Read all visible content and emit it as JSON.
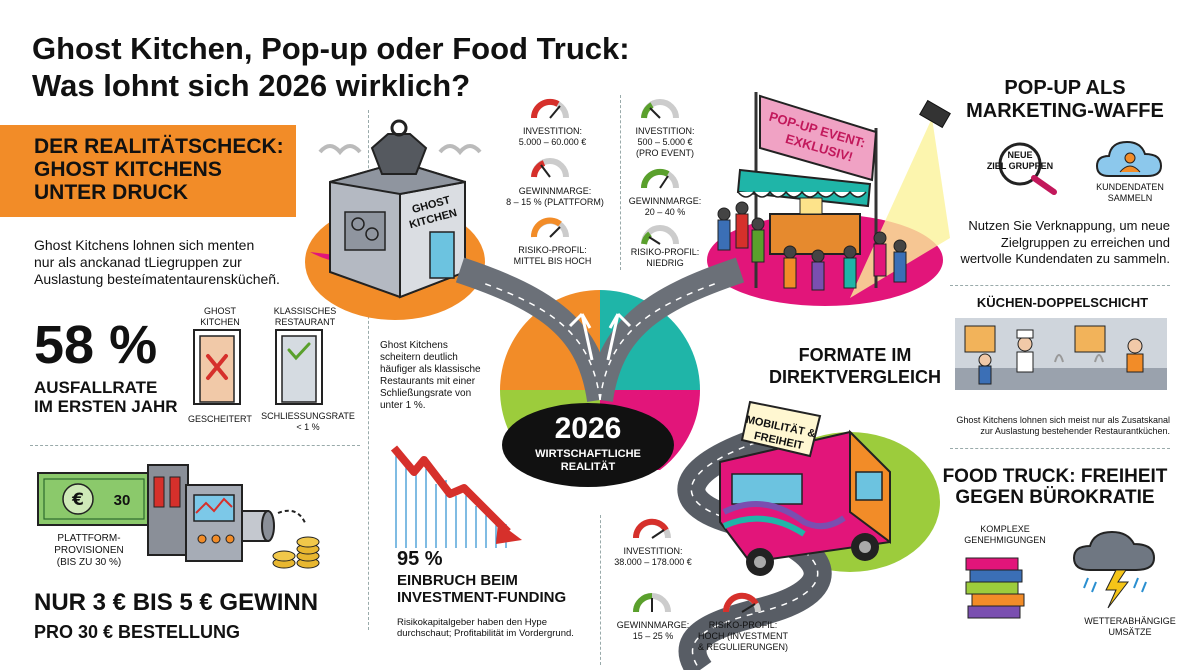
{
  "title": {
    "line1": "Ghost Kitchen, Pop-up oder Food Truck:",
    "line2": "Was lohnt sich 2026 wirklich?"
  },
  "reality_check": {
    "banner_line1": "DER REALITÄTSCHECK:",
    "banner_line2": "GHOST KITCHENS",
    "banner_line3": "UNTER DRUCK",
    "text_line1": "Ghost Kitchens lohnen sich menten",
    "text_line2": "nur als anckanad tLiegruppen zur",
    "text_line3": "Auslastung besteímatentaurenskücheñ."
  },
  "ghost_stats": {
    "big": "58 %",
    "label1": "AUSFALLRATE",
    "label2": "IM ERSTEN JAHR",
    "door1_head1": "GHOST",
    "door1_head2": "KITCHEN",
    "door2_head1": "KLASSISCHES",
    "door2_head2": "RESTAURANT",
    "door1_caption": "GESCHEITERT",
    "door2_caption1": "SCHLIESSUNGSRATE",
    "door2_caption2": "< 1 %"
  },
  "platform": {
    "bill_value": "30",
    "caption1": "PLATTFORM-",
    "caption2": "PROVISIONEN",
    "caption3": "(BIS ZU 30 %)",
    "profit1": "NUR 3 € BIS 5 € GEWINN",
    "profit2": "PRO 30 € BESTELLUNG"
  },
  "ghost_building": {
    "sign1": "GHOST",
    "sign2": "KITCHEN"
  },
  "ghost_metrics": {
    "invest_label": "INVESTITION:",
    "invest_value": "5.000 – 60.000 €",
    "margin_label": "GEWINNMARGE:",
    "margin_value": "8 – 15 % (PLATTFORM)",
    "risk_label": "RISIKO-PROFIL:",
    "risk_value": "MITTEL BIS HOCH"
  },
  "popup_metrics": {
    "invest_label": "INVESTITION:",
    "invest_value1": "500 – 5.000 €",
    "invest_value2": "(PRO EVENT)",
    "margin_label": "GEWINNMARGE:",
    "margin_value": "20 – 40 %",
    "risk_label": "RISIKO-PROFIL:",
    "risk_value": "NIEDRIG"
  },
  "popup": {
    "banner1": "POP-UP EVENT:",
    "banner2": "EXKLUSIV!",
    "heading1": "POP-UP ALS",
    "heading2": "MARKETING-WAFFE",
    "lens1": "NEUE",
    "lens2": "ZIEL GRUPPEN",
    "cloud1": "KUNDENDATEN",
    "cloud2": "SAMMELN",
    "text1": "Nutzen Sie Verknappung, um neue",
    "text2": "Zielgruppen zu erreichen und",
    "text3": "wertvolle Kundendaten zu sammeln."
  },
  "center": {
    "note1": "Ghost Kitchens",
    "note2": "scheitern deutlich",
    "note3": "häufiger als klassische",
    "note4": "Restaurants mit einer",
    "note5": "Schließungsrate von",
    "note6": "unter 1 %.",
    "year": "2026",
    "sub1": "WIRTSCHAFTLICHE",
    "sub2": "REALITÄT"
  },
  "investment": {
    "big": "95 %",
    "label1": "EINBRUCH BEIM",
    "label2": "INVESTMENT-FUNDING",
    "text1": "Risikokapitalgeber haben den Hype",
    "text2": "durchschaut; Profitabilität im Vordergrund."
  },
  "kitchen": {
    "heading": "KÜCHEN-DOPPELSCHICHT",
    "formate1": "FORMATE IM",
    "formate2": "DIREKTVERGLEICH",
    "text1": "Ghost Kitchens lohnen sich meist nur als Zusatskanal",
    "text2": "zur Auslastung bestehender Restaurantküchen."
  },
  "truck": {
    "sign1": "MOBILITÄT &",
    "sign2": "FREIHEIT",
    "heading1": "FOOD TRUCK: FREIHEIT",
    "heading2": "GEGEN BÜROKRATIE",
    "binder1": "KOMPLEXE",
    "binder2": "GENEHMIGUNGEN",
    "weather1": "WETTERABHÄNGIGE",
    "weather2": "UMSÄTZE",
    "invest_label": "INVESTITION:",
    "invest_value": "38.000 – 178.000 €",
    "margin_label": "GEWINNMARGE:",
    "margin_value": "15 – 25 %",
    "risk_label": "RISIKO-PROFIL:",
    "risk_value1": "HOCH (INVESTMENT",
    "risk_value2": "& REGULIERUNGEN)"
  },
  "colors": {
    "orange": "#f28c28",
    "magenta": "#e2157a",
    "teal": "#1fb5a8",
    "green": "#9ccc3c",
    "red": "#d6302b"
  }
}
